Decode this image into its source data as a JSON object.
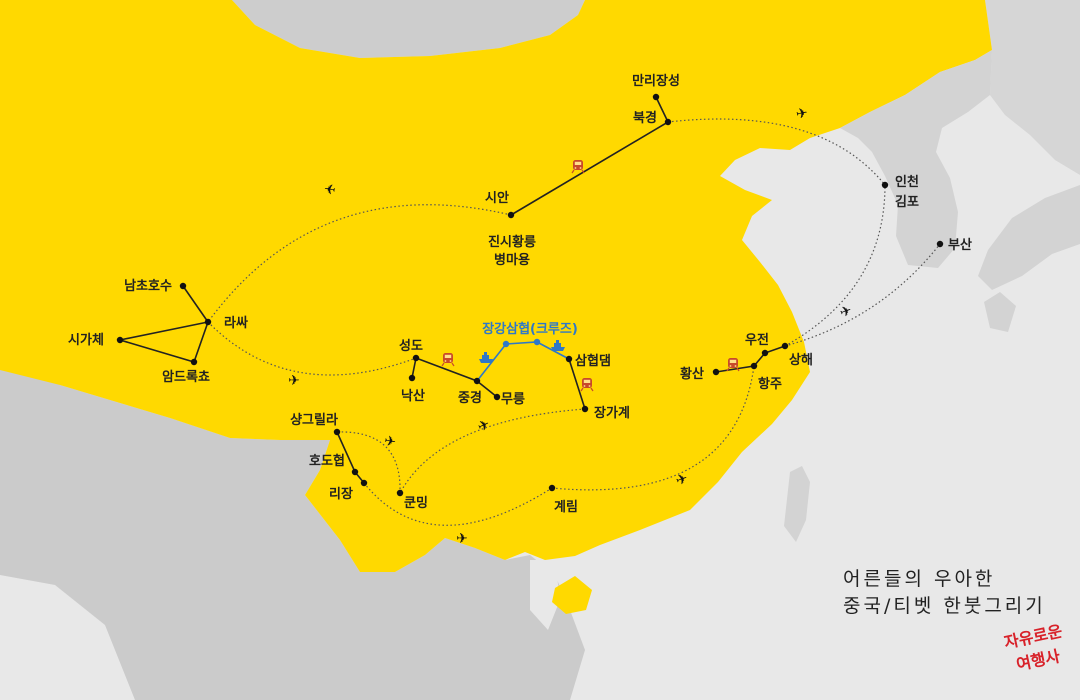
{
  "title": {
    "line1": "어른들의 우아한",
    "line2": "중국/티벳 한붓그리기"
  },
  "logo": {
    "line1": "자유로운",
    "line2": "여행사"
  },
  "places": {
    "great_wall": "만리장성",
    "beijing": "북경",
    "xian": "시안",
    "qin_tomb": "진시황릉",
    "terracotta": "병마용",
    "namtso": "남초호수",
    "lhasa": "라싸",
    "shigatse": "시가체",
    "yamdrok": "암드록쵸",
    "chengdu": "성도",
    "leshan": "낙산",
    "chongqing": "중경",
    "wulong": "무릉",
    "three_gorges_cruise": "장강삼협(크루즈)",
    "three_gorges_dam": "삼협댐",
    "zhangjiajie": "장가계",
    "shangrila": "샹그릴라",
    "tiger_leaping": "호도협",
    "lijiang": "리장",
    "kunming": "쿤밍",
    "guilin": "계림",
    "huangshan": "황산",
    "wuzhen": "우전",
    "shanghai": "상해",
    "hangzhou": "항주",
    "incheon": "인천",
    "gimpo": "김포",
    "busan": "부산"
  },
  "icons": {
    "flight": "airplane-icon",
    "rail": "train-icon",
    "cruise": "ship-icon"
  },
  "colors": {
    "china": "#ffd900",
    "land": "#cdcdcd",
    "sea": "#e8e8e8",
    "cruise_route": "#2f78c8",
    "logo": "#d8222a"
  }
}
